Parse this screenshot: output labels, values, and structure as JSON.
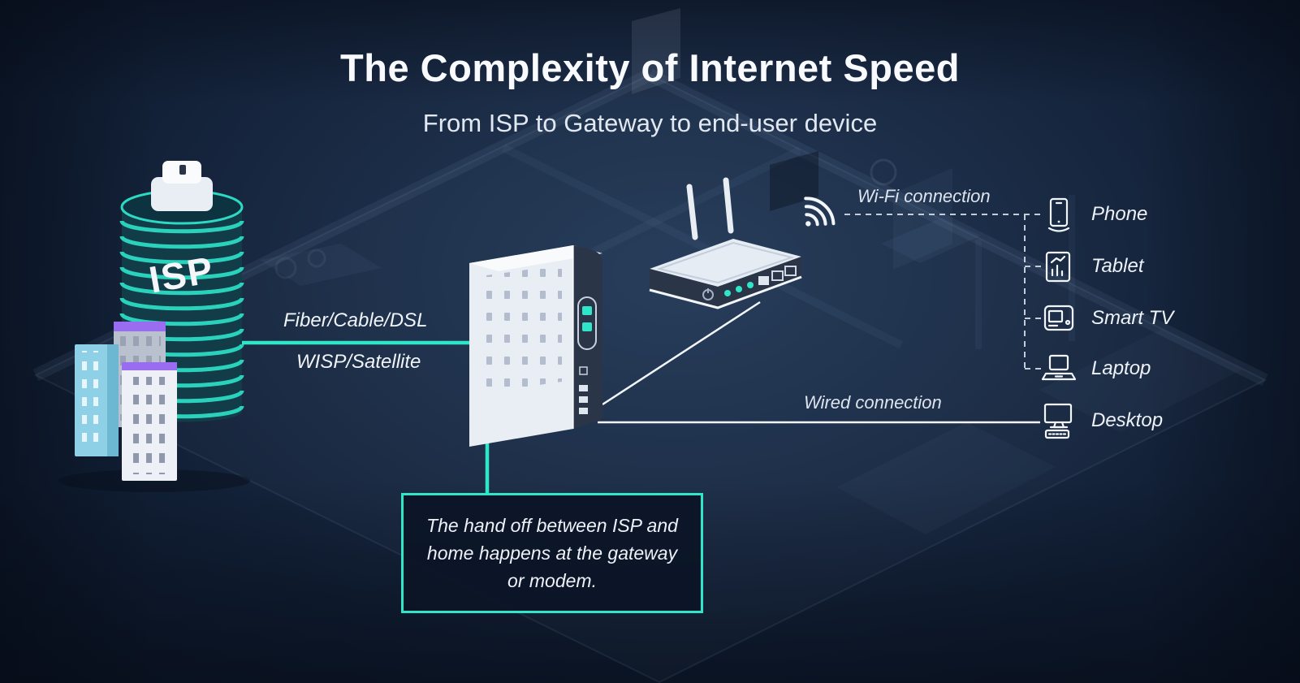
{
  "title": "The Complexity of Internet Speed",
  "subtitle": "From ISP to Gateway to end-user device",
  "isp": {
    "label": "ISP",
    "icon": "isp-building-illustration"
  },
  "link": {
    "line1": "Fiber/Cable/DSL",
    "line2": "WISP/Satellite"
  },
  "connections": {
    "wifi_label": "Wi-Fi connection",
    "wired_label": "Wired connection",
    "wifi_icon": "wifi-signal-icon"
  },
  "equipment": {
    "modem": "modem-gateway-illustration",
    "router": "wifi-router-illustration"
  },
  "callout": {
    "text": "The hand off between ISP and home happens at the gateway or modem."
  },
  "devices": [
    {
      "label": "Phone",
      "icon": "phone-icon"
    },
    {
      "label": "Tablet",
      "icon": "tablet-icon"
    },
    {
      "label": "Smart TV",
      "icon": "smart-tv-icon"
    },
    {
      "label": "Laptop",
      "icon": "laptop-icon"
    },
    {
      "label": "Desktop",
      "icon": "desktop-icon"
    }
  ],
  "colors": {
    "accent": "#2fe6c8",
    "background": "#101e33",
    "panel_dark": "#2b3548",
    "text": "#ffffff"
  }
}
